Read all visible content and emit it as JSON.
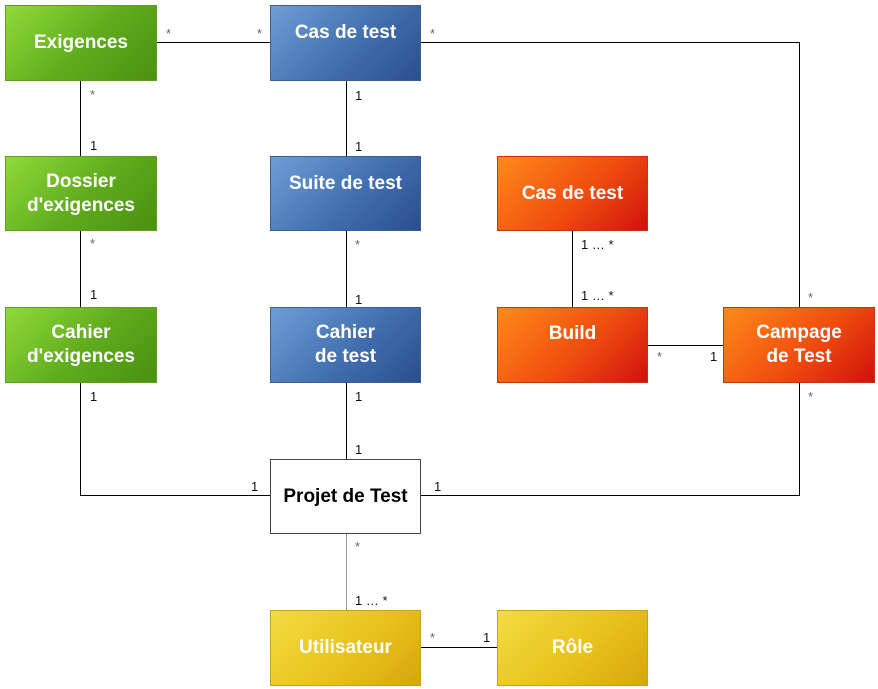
{
  "boxes": {
    "exigences": "Exigences",
    "cas_de_test_blue": "Cas de test",
    "dossier": "Dossier\nd'exigences",
    "suite": "Suite de test",
    "cas_de_test_red": "Cas de test",
    "cahier_exigences": "Cahier\nd'exigences",
    "cahier_test": "Cahier\nde test",
    "build": "Build",
    "campagne": "Campage\nde Test",
    "projet": "Projet de Test",
    "utilisateur": "Utilisateur",
    "role": "Rôle"
  },
  "multiplicities": {
    "exig_cas_left": "*",
    "exig_cas_right": "*",
    "cas_campagne_top": "*",
    "exig_dossier_top": "*",
    "exig_dossier_bottom": "1",
    "cas_suite_top": "1",
    "cas_suite_bottom": "1",
    "dossier_cahier_top": "*",
    "dossier_cahier_bottom": "1",
    "suite_cahier_top": "*",
    "suite_cahier_bottom": "1",
    "casred_build_top": "1 … *",
    "casred_build_bottom": "1 … *",
    "campagne_top": "*",
    "build_campagne_left": "*",
    "build_campagne_right": "1",
    "cahierex_projet_top": "1",
    "cahierex_projet_left": "1",
    "cahiertest_projet_top": "1",
    "cahiertest_projet_bottom": "1",
    "campagne_projet_top": "*",
    "campagne_projet_right": "1",
    "projet_user_top": "*",
    "projet_user_bottom": "1 … *",
    "user_role_left": "*",
    "user_role_right": "1"
  },
  "colors": {
    "green": "#5faa1c",
    "blue": "#426fae",
    "red": "#f04d0e",
    "yellow": "#e8c21c",
    "line": "#000000"
  }
}
